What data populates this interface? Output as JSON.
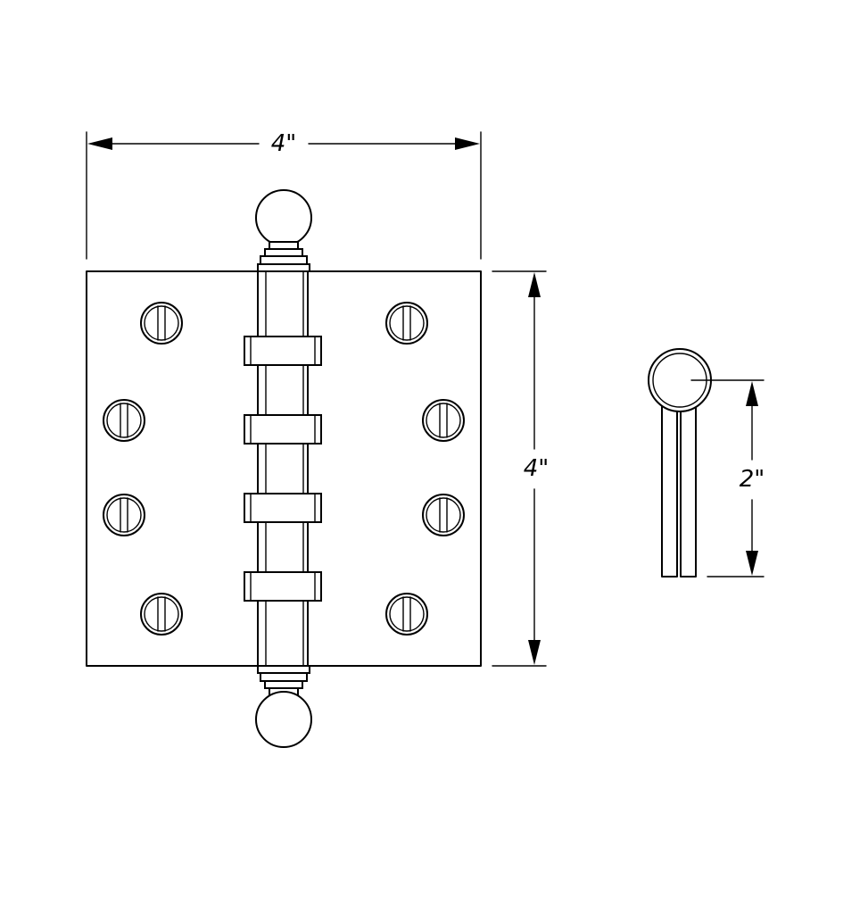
{
  "dimensions": {
    "width_label": "4\"",
    "height_label": "4\"",
    "knuckle_label": "2\""
  },
  "colors": {
    "line": "#000000",
    "background": "#ffffff"
  }
}
